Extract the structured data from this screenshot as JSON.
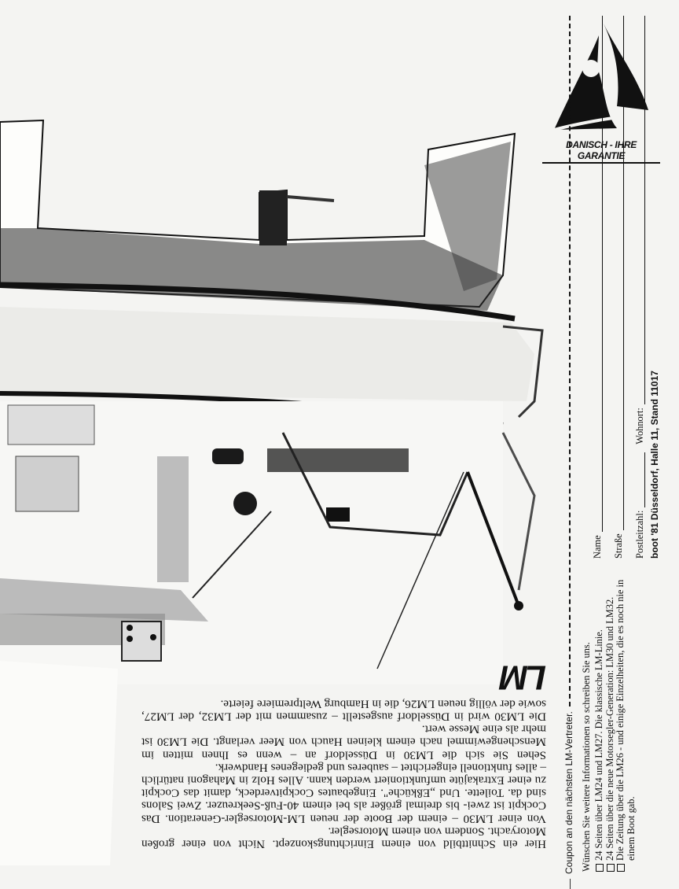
{
  "logo": {
    "icon": "sail-logo-icon",
    "tagline": "DANISCH - IHRE GARANTIE"
  },
  "ad": {
    "paragraphs": [
      "Hier ein Schnittbild von einem Einrichtungskonzept. Nicht von einer großen Motoryacht. Sondern von einem Motorsegler.",
      "Von einer LM30 – einem der Boote der neuen LM-Motorsegler-Generation. Das Cockpit ist zwei- bis dreimal größer als bei einem 40-Fuß-Seekreuzer. Zwei Salons sind da. Toilette. Und „Eßküche\". Eingebautes Cockpitverdeck, damit das Cockpit zu einer Extrakajüte umfunktioniert werden kann. Alles Holz in Mahagoni natürlich – alles funktionell eingerichtet – sauberes und gediegenes Handwerk.",
      "Sehen Sie sich die LM30 in Düsseldorf an – wenn es Ihnen mitten im Menschengewimmel nach einem kleinen Hauch von Meer verlangt. Die LM30 ist mehr als eine Messe wert.",
      "Die LM30 wird in Düsseldorf ausgestellt – zusammen mit der LM32, der LM27, sowie der völlig neuen LM26, die in Hamburg Weltpremiere feierte."
    ],
    "brand": "LM"
  },
  "coupon": {
    "cut_label": "Coupon an den nächsten LM-Vertreter.",
    "intro": "Wünschen Sie weitere Informationen so schreiben Sie uns.",
    "options": [
      "24 Seiten über LM24 und LM27. Die klassische LM-Linie.",
      "24 Seiten über die neue Motorsegler-Generation: LM30 und LM32.",
      "Die Zeitung über die LM26 - und einige Einzelheiten, die es noch nie in einem Boot gab."
    ],
    "fields": {
      "name": "Name",
      "street": "Straße",
      "zip": "Postleitzahl:",
      "city": "Wohnort:"
    },
    "fair": "boot '81 Düsseldorf, Halle 11, Stand 11017"
  }
}
